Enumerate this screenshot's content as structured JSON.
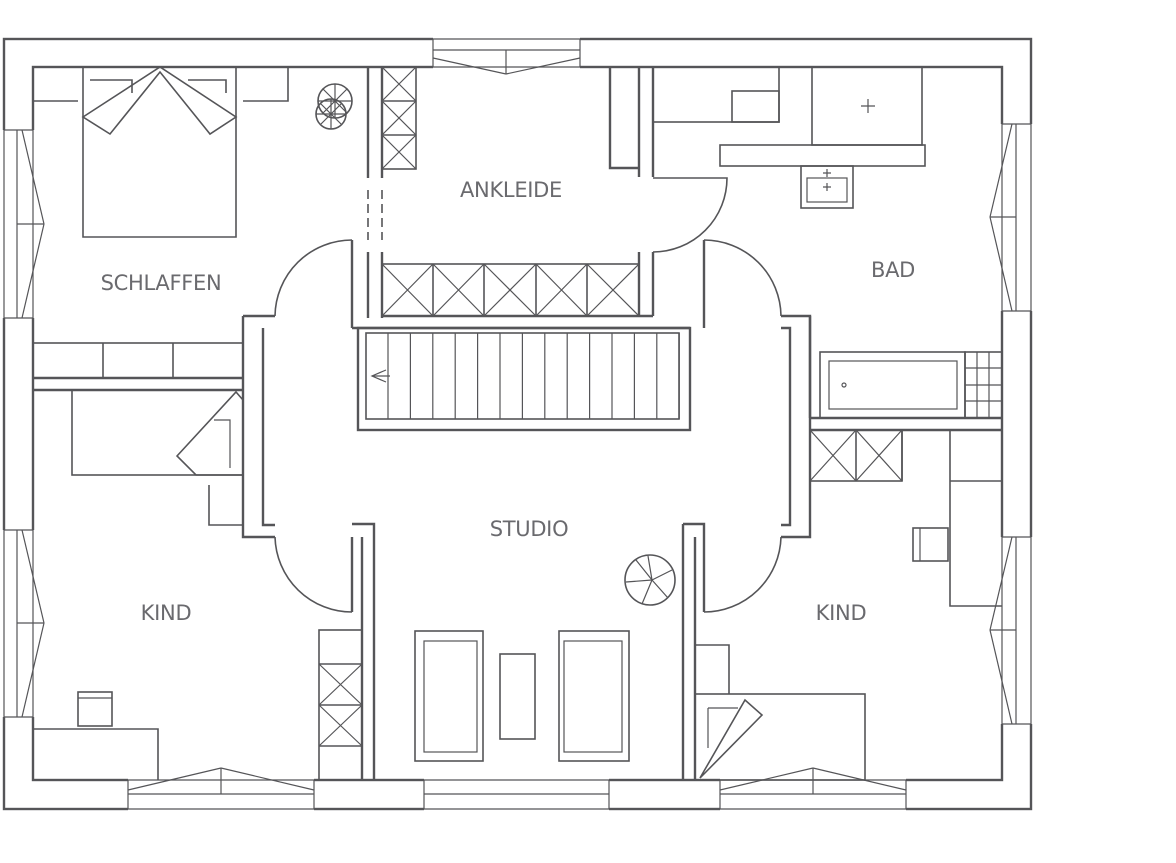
{
  "floorplan": {
    "rooms": {
      "schlafen": "SCHLAFFEN",
      "ankleide": "ANKLEIDE",
      "bad": "BAD",
      "studio": "STUDIO",
      "kind_left": "KIND",
      "kind_right": "KIND"
    },
    "colors": {
      "line": "#555558",
      "label": "#6a6a6e",
      "background": "#ffffff"
    }
  }
}
